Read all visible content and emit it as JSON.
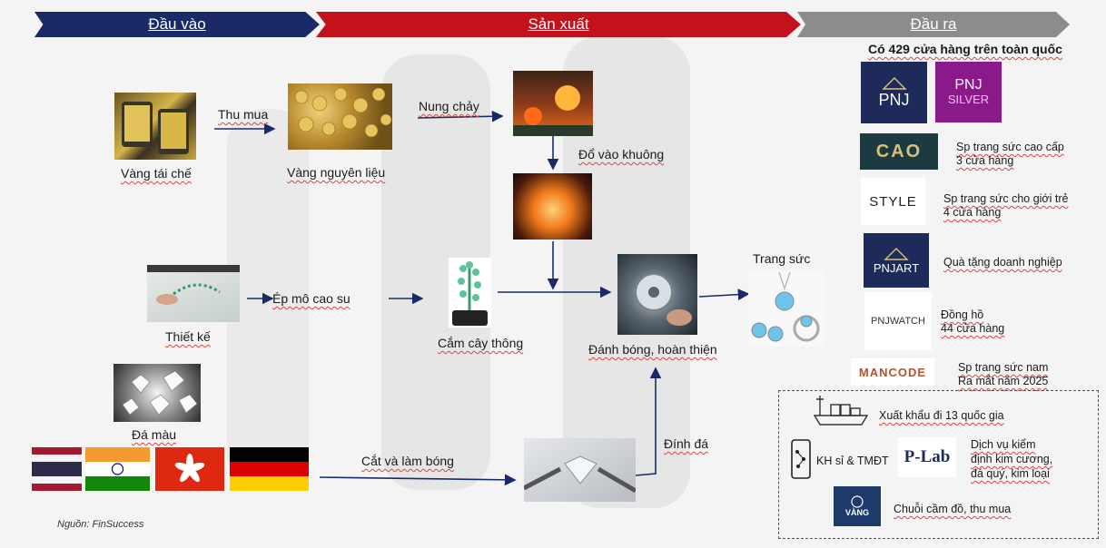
{
  "header": {
    "input": "Đầu vào",
    "production": "Sản xuất",
    "output": "Đầu ra"
  },
  "input": {
    "recycled_gold": "Vàng tái chế",
    "buy": "Thu mua",
    "raw_gold": "Vàng nguyên liệu",
    "design": "Thiết kế",
    "gemstone": "Đá màu",
    "cut_polish": "Cắt và làm bóng"
  },
  "production": {
    "melt": "Nung chảy",
    "pour_mold": "Đổ vào khuông",
    "rubber_mold": "Ép mô cao su",
    "tree": "Cắm cây thông",
    "polish_finish": "Đánh bóng, hoàn thiện",
    "stone_setting": "Đính đá",
    "jewelry": "Trang sức"
  },
  "output": {
    "store_count": "Có 429 cửa hàng trên toàn quốc",
    "brands": {
      "pnj": "PNJ",
      "pnj_silver_top": "PNJ",
      "pnj_silver_bottom": "SILVER",
      "cao": "CAO",
      "style": "STYLE",
      "pnjart": "PNJART",
      "pnjwatch": "PNJWATCH",
      "mancode": "MANCODE",
      "plab": "P-Lab",
      "vang": "VÀNG"
    },
    "cao_desc_1": "Sp trang sức cao cấp",
    "cao_desc_2": "3 cửa hàng",
    "style_desc_1": "Sp trang sức cho giới trẻ",
    "style_desc_2": "4 cửa hàng",
    "art_desc": "Quà tặng doanh nghiệp",
    "watch_desc_1": "Đồng hồ",
    "watch_desc_2": "44 cửa hàng",
    "mancode_desc_1": "Sp trang sức nam",
    "mancode_desc_2": "Ra mắt năm 2025",
    "export": "Xuất khẩu đi 13 quốc gia",
    "wholesale": "KH sỉ & TMĐT",
    "plab_desc_1": "Dịch vụ kiểm",
    "plab_desc_2": "định kim cương,",
    "plab_desc_3": "đá quý, kim loại",
    "pawn": "Chuỗi cầm đồ, thu mua"
  },
  "source": "Nguồn: FinSuccess",
  "colors": {
    "input_header": "#1a2a68",
    "production_header": "#c3121b",
    "output_header": "#8c8c8c",
    "arrow": "#1a2a68"
  }
}
